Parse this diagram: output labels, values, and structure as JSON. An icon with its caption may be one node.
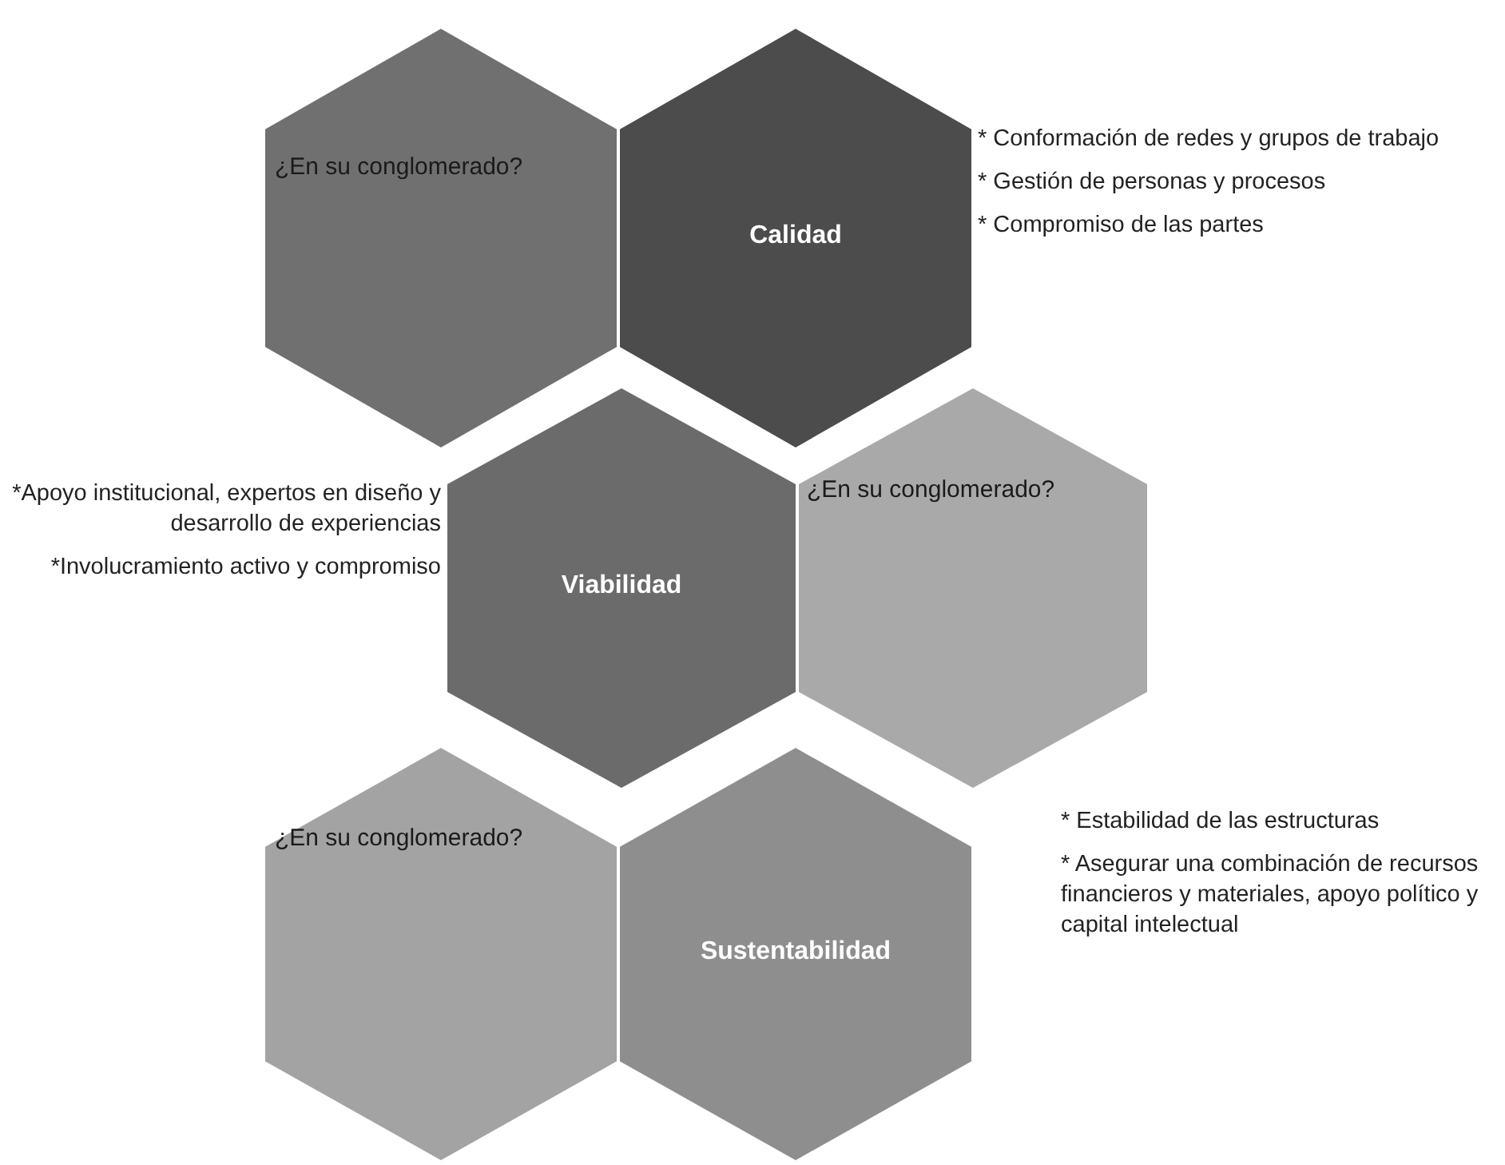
{
  "diagram": {
    "nodes": [
      {
        "text": [
          "¿En su conglomerado?"
        ]
      },
      {
        "text": [
          "Calidad"
        ],
        "beside": [
          "* Conformación de redes y grupos de trabajo",
          "* Gestión de personas y procesos",
          "* Compromiso de las partes"
        ]
      },
      {
        "text": [
          "Viabilidad"
        ],
        "beside": [
          "*Apoyo institucional, expertos en diseño y desarrollo de experiencias",
          "*Involucramiento activo y compromiso"
        ]
      },
      {
        "text": [
          "¿En su conglomerado?"
        ]
      },
      {
        "text": [
          "¿En su conglomerado?"
        ]
      },
      {
        "text": [
          "Sustentabilidad"
        ],
        "beside": [
          "* Estabilidad de las estructuras",
          "* Asegurar una combinación de recursos financieros y materiales, apoyo político y capital intelectual"
        ]
      }
    ]
  }
}
